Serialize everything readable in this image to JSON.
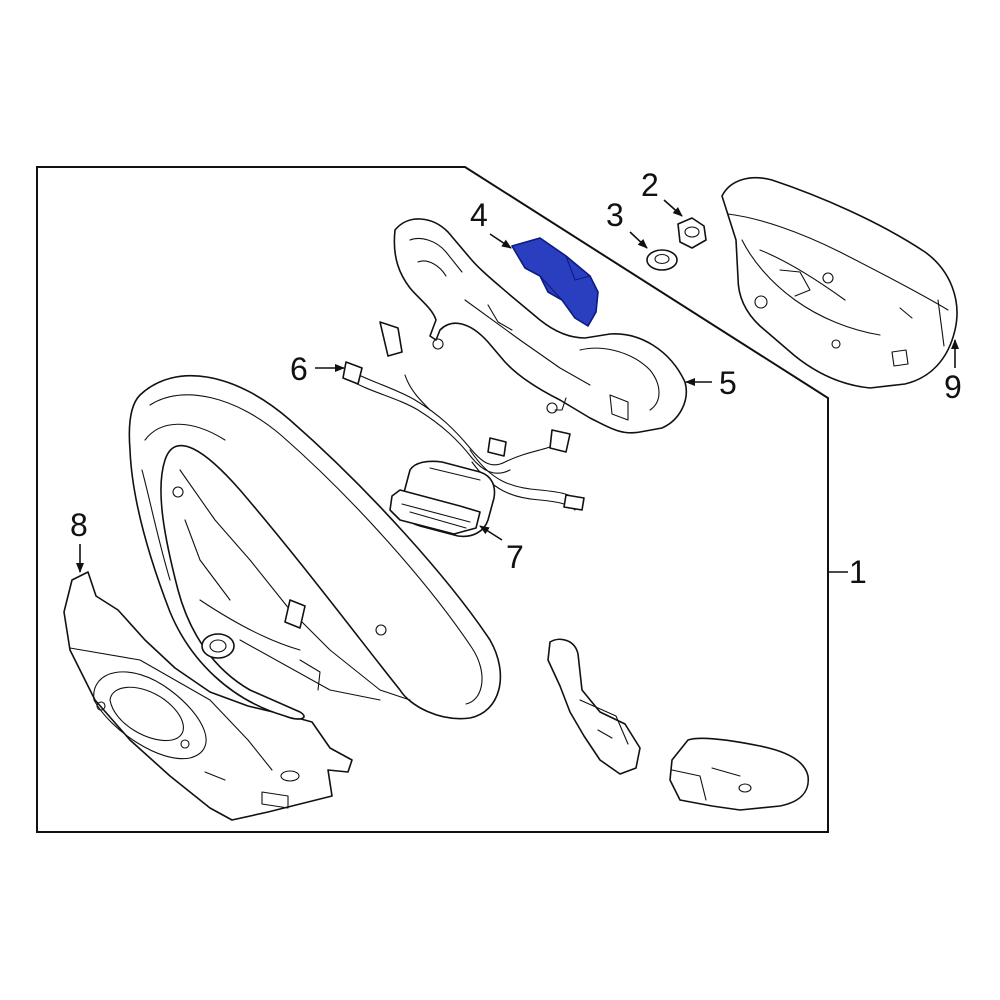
{
  "colors": {
    "line": "#111111",
    "background": "#ffffff",
    "highlight_fill": "#2a3fbf",
    "highlight_stroke": "#0d1a80"
  },
  "highlighted_part": "4",
  "callouts": {
    "c1": "1",
    "c2": "2",
    "c3": "3",
    "c4": "4",
    "c5": "5",
    "c6": "6",
    "c7": "7",
    "c8": "8",
    "c9": "9"
  }
}
